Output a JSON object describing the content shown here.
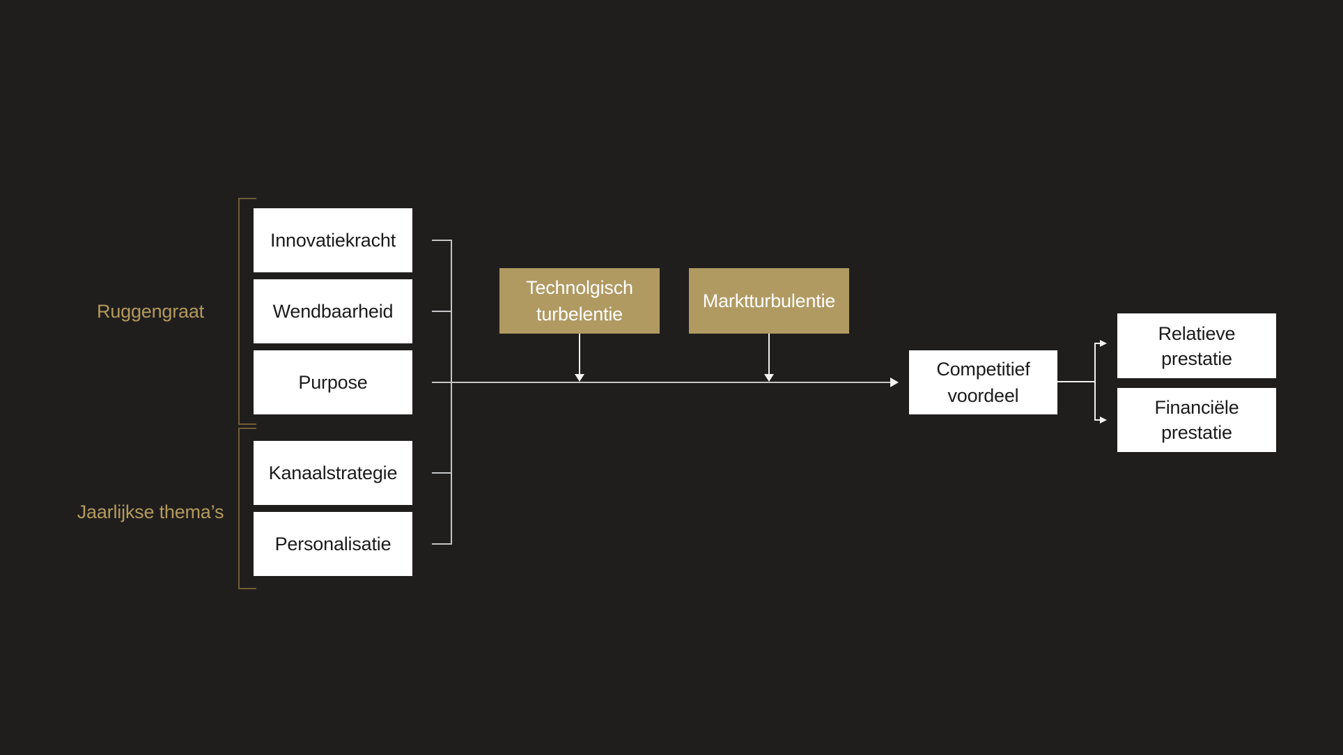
{
  "diagram": {
    "title_hint": "strategy-model-diagram",
    "side_labels": {
      "ruggengraat": "Ruggengraat",
      "jaarlijkse": "Jaarlijkse thema’s"
    },
    "backbone_boxes": {
      "b1": "Innovatiekracht",
      "b2": "Wendbaarheid",
      "b3": "Purpose"
    },
    "theme_boxes": {
      "b1": "Kanaalstrategie",
      "b2": "Personalisatie"
    },
    "moderator_boxes": {
      "tech_line1": "Technolgisch",
      "tech_line2": "turbelentie",
      "markt": "Marktturbulentie"
    },
    "outcome_box": {
      "line1": "Competitief",
      "line2": "voordeel"
    },
    "result_boxes": {
      "r1_line1": "Relatieve",
      "r1_line2": "prestatie",
      "r2_line1": "Financiële",
      "r2_line2": "prestatie"
    },
    "colors": {
      "background": "#201e1d",
      "gold": "#b09a62",
      "gold-line": "#6f5d35",
      "gold-text": "#b49a5c",
      "line-gray": "#c6c6c6",
      "line-white": "#f2f2f2",
      "box-white": "#ffffff",
      "box-text": "#1b1b1b"
    }
  }
}
